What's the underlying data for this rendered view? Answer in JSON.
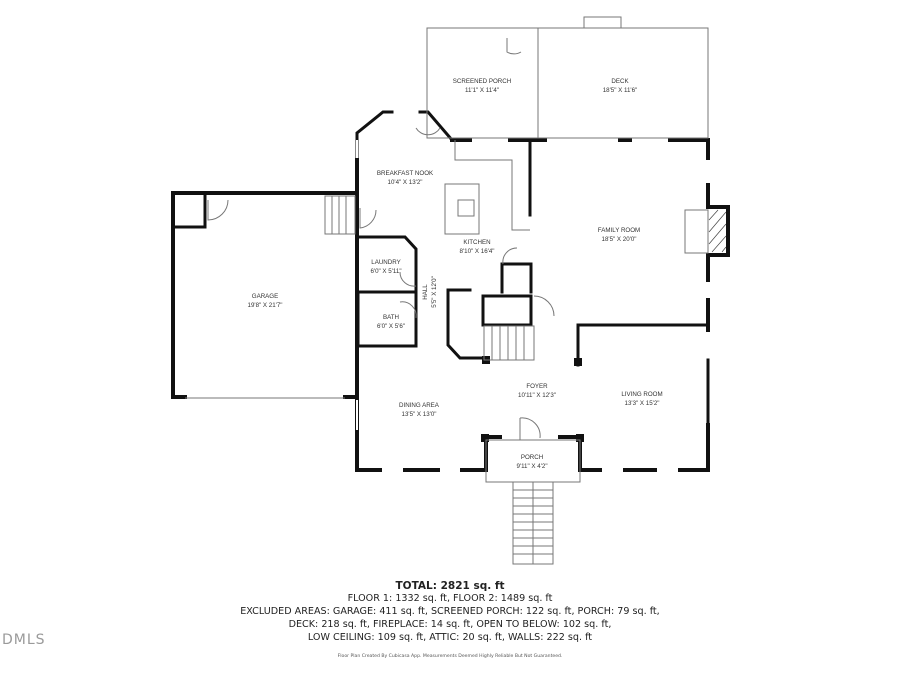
{
  "rooms": [
    {
      "id": "screened-porch",
      "name": "SCREENED PORCH",
      "dims": "11'1\" X 11'4\""
    },
    {
      "id": "deck",
      "name": "DECK",
      "dims": "18'5\" X 11'6\""
    },
    {
      "id": "breakfast-nook",
      "name": "BREAKFAST NOOK",
      "dims": "10'4\" X 13'2\""
    },
    {
      "id": "kitchen",
      "name": "KITCHEN",
      "dims": "8'10\" X 16'4\""
    },
    {
      "id": "family-room",
      "name": "FAMILY ROOM",
      "dims": "18'5\" X 20'0\""
    },
    {
      "id": "laundry",
      "name": "LAUNDRY",
      "dims": "6'0\" X 5'11\""
    },
    {
      "id": "bath",
      "name": "BATH",
      "dims": "6'0\" X 5'6\""
    },
    {
      "id": "hall",
      "name": "HALL",
      "dims": "5'5\" X 12'0\""
    },
    {
      "id": "garage",
      "name": "GARAGE",
      "dims": "19'8\" X 21'7\""
    },
    {
      "id": "foyer",
      "name": "FOYER",
      "dims": "10'11\" X 12'3\""
    },
    {
      "id": "living-room",
      "name": "LIVING ROOM",
      "dims": "13'3\" X 15'2\""
    },
    {
      "id": "dining-area",
      "name": "DINING AREA",
      "dims": "13'5\" X 13'0\""
    },
    {
      "id": "porch",
      "name": "PORCH",
      "dims": "9'11\" X 4'2\""
    }
  ],
  "summary": {
    "total": "TOTAL: 2821 sq. ft",
    "floors": "FLOOR 1: 1332 sq. ft, FLOOR 2: 1489 sq. ft",
    "excluded_1": "EXCLUDED AREAS: GARAGE: 411 sq. ft, SCREENED PORCH: 122 sq. ft, PORCH: 79 sq. ft,",
    "excluded_2": "DECK: 218 sq. ft, FIREPLACE: 14 sq. ft, OPEN TO BELOW: 102 sq. ft,",
    "excluded_3": "LOW CEILING: 109 sq. ft, ATTIC: 20 sq. ft, WALLS: 222 sq. ft",
    "credit": "Floor Plan Created By Cubicasa App. Measurements Deemed Highly Reliable But Not Guaranteed."
  },
  "watermark": "DMLS",
  "colors": {
    "wall": "#111111",
    "thin": "#888888",
    "text": "#333333"
  }
}
